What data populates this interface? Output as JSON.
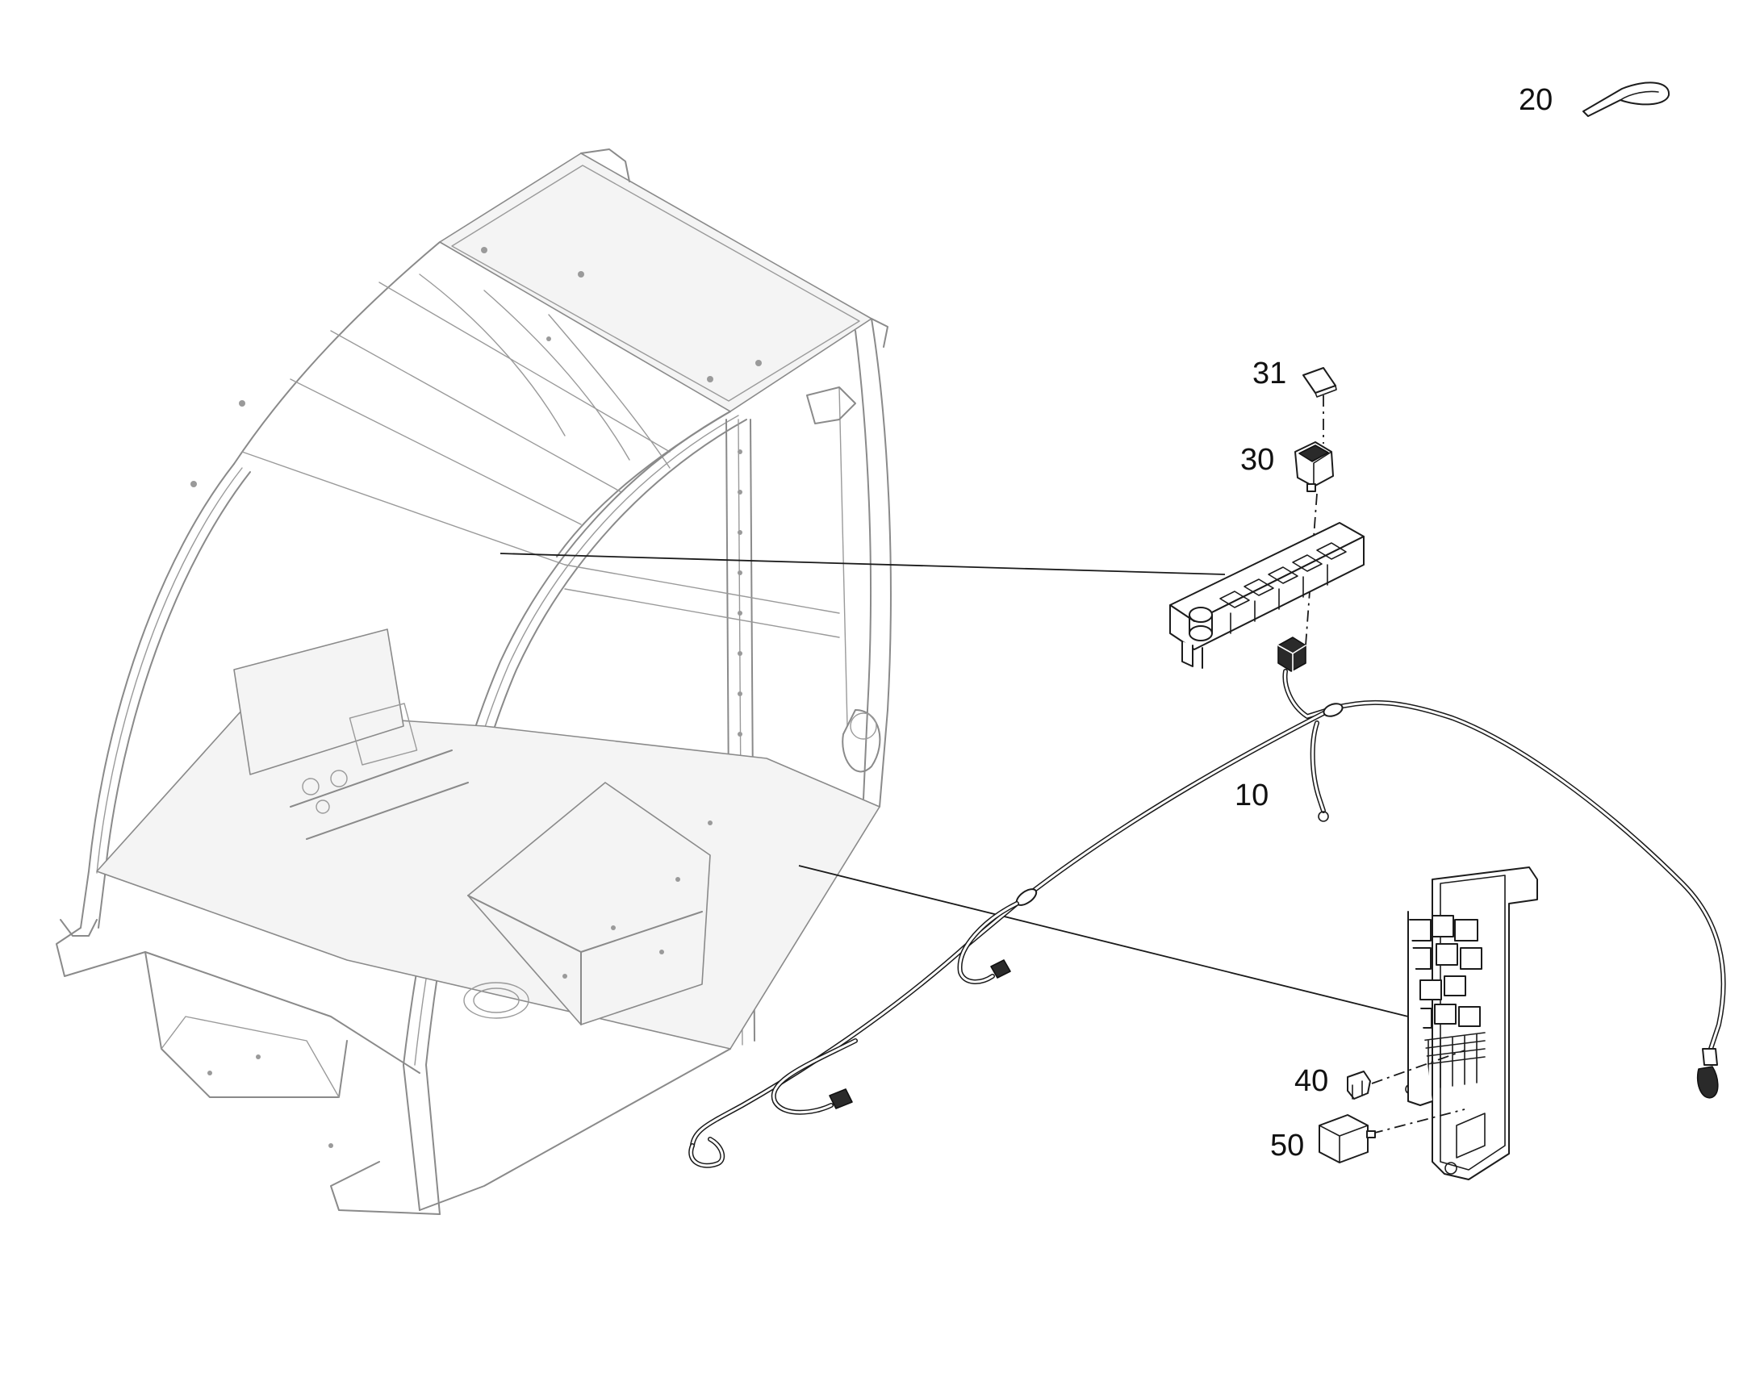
{
  "callouts": [
    {
      "id": "c10",
      "label": "10"
    },
    {
      "id": "c20",
      "label": "20"
    },
    {
      "id": "c30",
      "label": "30"
    },
    {
      "id": "c31",
      "label": "31"
    },
    {
      "id": "c40",
      "label": "40"
    },
    {
      "id": "c50",
      "label": "50"
    }
  ],
  "colors": {
    "frame_stroke": "#8a8a8a",
    "part_stroke": "#1c1c1c",
    "label_text": "#111111"
  }
}
